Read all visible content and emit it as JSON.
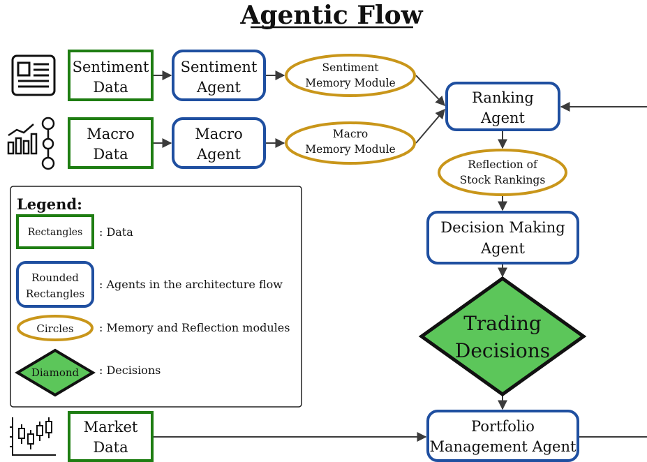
{
  "title": "Agentic Flow",
  "nodes": {
    "sentiment_data": [
      "Sentiment",
      "Data"
    ],
    "sentiment_agent": [
      "Sentiment",
      "Agent"
    ],
    "sentiment_memory": [
      "Sentiment",
      "Memory Module"
    ],
    "macro_data": [
      "Macro",
      "Data"
    ],
    "macro_agent": [
      "Macro",
      "Agent"
    ],
    "macro_memory": [
      "Macro",
      "Memory Module"
    ],
    "ranking_agent": [
      "Ranking",
      "Agent"
    ],
    "reflection": [
      "Reflection of",
      "Stock Rankings"
    ],
    "decision_agent": [
      "Decision Making",
      "Agent"
    ],
    "trading": [
      "Trading",
      "Decisions"
    ],
    "market_data": [
      "Market",
      "Data"
    ],
    "portfolio_agent": [
      "Portfolio",
      "Management Agent"
    ]
  },
  "legend": {
    "heading": "Legend:",
    "items": [
      {
        "shape_label": [
          "Rectangles"
        ],
        "description": ": Data"
      },
      {
        "shape_label": [
          "Rounded",
          "Rectangles"
        ],
        "description": ": Agents in the architecture flow"
      },
      {
        "shape_label": [
          "Circles"
        ],
        "description": ": Memory and Reflection modules"
      },
      {
        "shape_label": [
          "Diamond"
        ],
        "description": ": Decisions"
      }
    ]
  },
  "colors": {
    "data_border": "#1e7d12",
    "agent_border": "#1f4fa0",
    "memory_border": "#c9961a",
    "diamond_fill": "#5cc65a",
    "arrow": "#3b3b3b"
  },
  "icons": [
    "newspaper-icon",
    "finance-chart-icon",
    "candlestick-chart-icon"
  ]
}
